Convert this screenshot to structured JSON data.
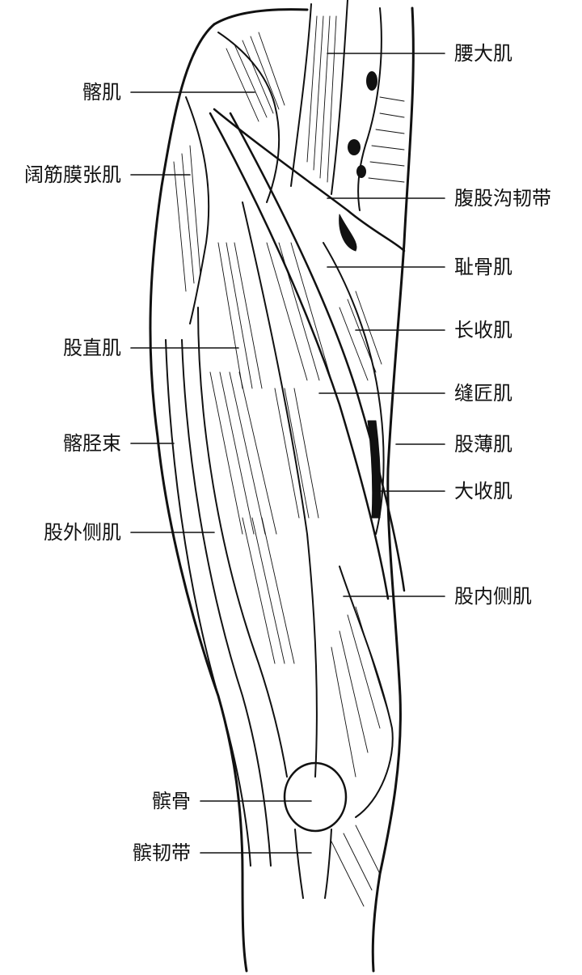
{
  "colors": {
    "ink": "#111111",
    "background": "#ffffff"
  },
  "figure": {
    "left_labels": [
      {
        "id": "sartorius-hip",
        "text": "髂肌"
      },
      {
        "id": "tfl",
        "text": "阔筋膜张肌"
      },
      {
        "id": "rectus",
        "text": "股直肌"
      },
      {
        "id": "it-band",
        "text": "髂胫束"
      },
      {
        "id": "vastus-lat",
        "text": "股外侧肌"
      },
      {
        "id": "patella",
        "text": "髌骨"
      },
      {
        "id": "patellar-lig",
        "text": "髌韧带"
      }
    ],
    "right_labels": [
      {
        "id": "psoas",
        "text": "腰大肌"
      },
      {
        "id": "inguinal",
        "text": "腹股沟韧带"
      },
      {
        "id": "pectineus",
        "text": "耻骨肌"
      },
      {
        "id": "add-longus",
        "text": "长收肌"
      },
      {
        "id": "sartorius",
        "text": "缝匠肌"
      },
      {
        "id": "gracilis",
        "text": "股薄肌"
      },
      {
        "id": "add-magnus",
        "text": "大收肌"
      },
      {
        "id": "vastus-med",
        "text": "股内侧肌"
      }
    ]
  }
}
